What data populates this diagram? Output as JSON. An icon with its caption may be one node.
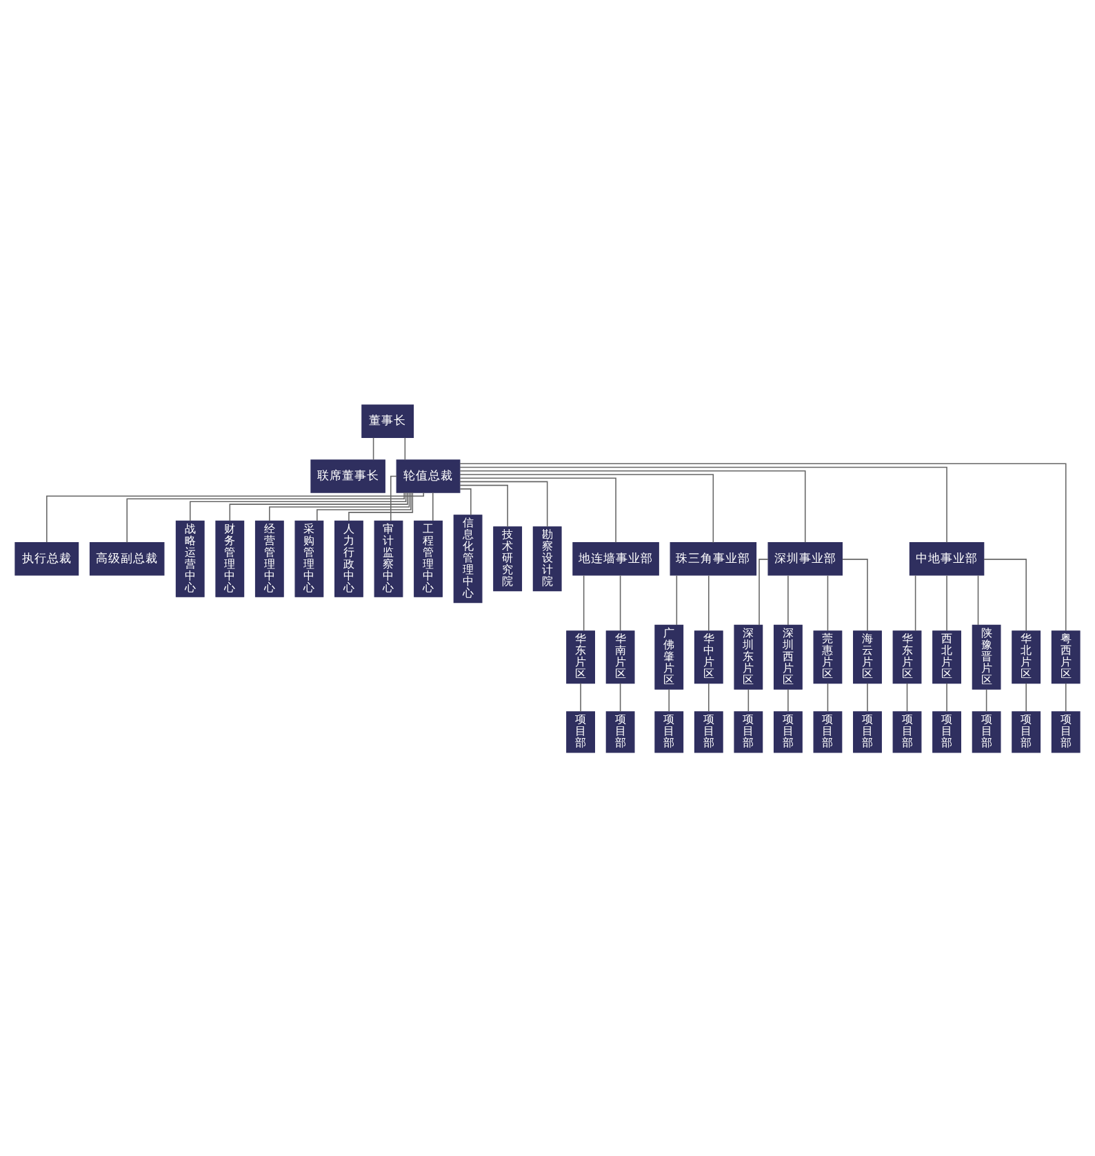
{
  "diagram": {
    "nodes": [
      {
        "text": [
          "董事长"
        ]
      },
      {
        "text": [
          "联席董事长"
        ]
      },
      {
        "text": [
          "轮值总裁"
        ]
      },
      {
        "text": [
          "执行总裁"
        ]
      },
      {
        "text": [
          "高级副总裁"
        ]
      },
      {
        "text": [
          "战略运营中心"
        ]
      },
      {
        "text": [
          "财务管理中心"
        ]
      },
      {
        "text": [
          "经营管理中心"
        ]
      },
      {
        "text": [
          "采购管理中心"
        ]
      },
      {
        "text": [
          "人力行政中心"
        ]
      },
      {
        "text": [
          "审计监察中心"
        ]
      },
      {
        "text": [
          "工程管理中心"
        ]
      },
      {
        "text": [
          "信息化管理中心"
        ]
      },
      {
        "text": [
          "技术研究院"
        ]
      },
      {
        "text": [
          "勘察设计院"
        ]
      },
      {
        "text": [
          "地连墙事业部"
        ]
      },
      {
        "text": [
          "珠三角事业部"
        ]
      },
      {
        "text": [
          "深圳事业部"
        ]
      },
      {
        "text": [
          "中地事业部"
        ]
      },
      {
        "text": [
          "华东片区"
        ]
      },
      {
        "text": [
          "华南片区"
        ]
      },
      {
        "text": [
          "广佛肇片区"
        ]
      },
      {
        "text": [
          "华中片区"
        ]
      },
      {
        "text": [
          "深圳东片区"
        ]
      },
      {
        "text": [
          "深圳西片区"
        ]
      },
      {
        "text": [
          "莞惠片区"
        ]
      },
      {
        "text": [
          "海云片区"
        ]
      },
      {
        "text": [
          "华东片区"
        ]
      },
      {
        "text": [
          "西北片区"
        ]
      },
      {
        "text": [
          "陕豫晋片区"
        ]
      },
      {
        "text": [
          "华北片区"
        ]
      },
      {
        "text": [
          "粤西片区"
        ]
      },
      {
        "text": [
          "项目部"
        ]
      },
      {
        "text": [
          "项目部"
        ]
      },
      {
        "text": [
          "项目部"
        ]
      },
      {
        "text": [
          "项目部"
        ]
      },
      {
        "text": [
          "项目部"
        ]
      },
      {
        "text": [
          "项目部"
        ]
      },
      {
        "text": [
          "项目部"
        ]
      },
      {
        "text": [
          "项目部"
        ]
      },
      {
        "text": [
          "项目部"
        ]
      },
      {
        "text": [
          "项目部"
        ]
      },
      {
        "text": [
          "项目部"
        ]
      },
      {
        "text": [
          "项目部"
        ]
      },
      {
        "text": [
          "项目部"
        ]
      }
    ],
    "edges": [
      {
        "from": 0,
        "to": 1,
        "arrow": "none"
      },
      {
        "from": 0,
        "to": 2,
        "arrow": "none"
      },
      {
        "from": 2,
        "to": 3,
        "arrow": "none"
      },
      {
        "from": 2,
        "to": 4,
        "arrow": "none"
      },
      {
        "from": 2,
        "to": 5,
        "arrow": "none"
      },
      {
        "from": 2,
        "to": 6,
        "arrow": "none"
      },
      {
        "from": 2,
        "to": 7,
        "arrow": "none"
      },
      {
        "from": 2,
        "to": 8,
        "arrow": "none"
      },
      {
        "from": 2,
        "to": 9,
        "arrow": "none"
      },
      {
        "from": 2,
        "to": 10,
        "arrow": "none"
      },
      {
        "from": 2,
        "to": 11,
        "arrow": "none"
      },
      {
        "from": 2,
        "to": 12,
        "arrow": "none"
      },
      {
        "from": 2,
        "to": 13,
        "arrow": "none"
      },
      {
        "from": 2,
        "to": 14,
        "arrow": "none"
      },
      {
        "from": 2,
        "to": 31,
        "arrow": "none"
      },
      {
        "from": 2,
        "to": 15,
        "arrow": "none"
      },
      {
        "from": 2,
        "to": 16,
        "arrow": "none"
      },
      {
        "from": 2,
        "to": 17,
        "arrow": "none"
      },
      {
        "from": 2,
        "to": 18,
        "arrow": "none"
      },
      {
        "from": 15,
        "to": 19,
        "arrow": "none"
      },
      {
        "from": 15,
        "to": 20,
        "arrow": "none"
      },
      {
        "from": 16,
        "to": 21,
        "arrow": "none"
      },
      {
        "from": 16,
        "to": 22,
        "arrow": "none"
      },
      {
        "from": 17,
        "to": 23,
        "arrow": "none"
      },
      {
        "from": 17,
        "to": 24,
        "arrow": "none"
      },
      {
        "from": 17,
        "to": 25,
        "arrow": "none"
      },
      {
        "from": 17,
        "to": 26,
        "arrow": "none"
      },
      {
        "from": 18,
        "to": 27,
        "arrow": "none"
      },
      {
        "from": 18,
        "to": 28,
        "arrow": "none"
      },
      {
        "from": 18,
        "to": 29,
        "arrow": "none"
      },
      {
        "from": 18,
        "to": 30,
        "arrow": "none"
      },
      {
        "from": 19,
        "to": 32,
        "arrow": "none"
      },
      {
        "from": 20,
        "to": 33,
        "arrow": "none"
      },
      {
        "from": 21,
        "to": 34,
        "arrow": "none"
      },
      {
        "from": 22,
        "to": 35,
        "arrow": "none"
      },
      {
        "from": 23,
        "to": 36,
        "arrow": "none"
      },
      {
        "from": 24,
        "to": 37,
        "arrow": "none"
      },
      {
        "from": 25,
        "to": 38,
        "arrow": "none"
      },
      {
        "from": 26,
        "to": 39,
        "arrow": "none"
      },
      {
        "from": 27,
        "to": 40,
        "arrow": "none"
      },
      {
        "from": 28,
        "to": 41,
        "arrow": "none"
      },
      {
        "from": 29,
        "to": 42,
        "arrow": "none"
      },
      {
        "from": 30,
        "to": 43,
        "arrow": "none"
      },
      {
        "from": 31,
        "to": 44,
        "arrow": "none"
      }
    ]
  }
}
